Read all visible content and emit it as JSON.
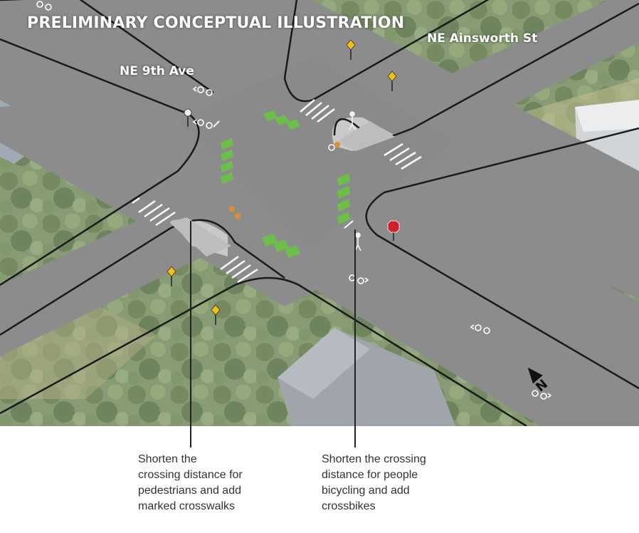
{
  "title": "PRELIMINARY CONCEPTUAL ILLUSTRATION",
  "streets": {
    "east_west": "NE Ainsworth St",
    "north_south": "NE 9th Ave"
  },
  "callouts": {
    "pedestrian": {
      "line1": "Shorten the",
      "line2": "crossing distance for",
      "line3": "pedestrians and add",
      "line4": "marked crosswalks"
    },
    "bicycle": {
      "line1": "Shorten the crossing",
      "line2": "distance for people",
      "line3": "bicycling and add",
      "line4": "crossbikes"
    }
  },
  "north_arrow_label": "N",
  "colors": {
    "asphalt": "#8a8a8a",
    "tree_canopy": "#5f7a4a",
    "crossbike_green": "#6cc04a",
    "curb_line": "#1a1a1a",
    "label_white": "#ffffff",
    "callout_text": "#333333"
  },
  "icons": [
    "bike-sharrow-icon",
    "pedestrian-icon",
    "stop-sign-icon",
    "warning-sign-icon",
    "north-arrow-icon"
  ]
}
